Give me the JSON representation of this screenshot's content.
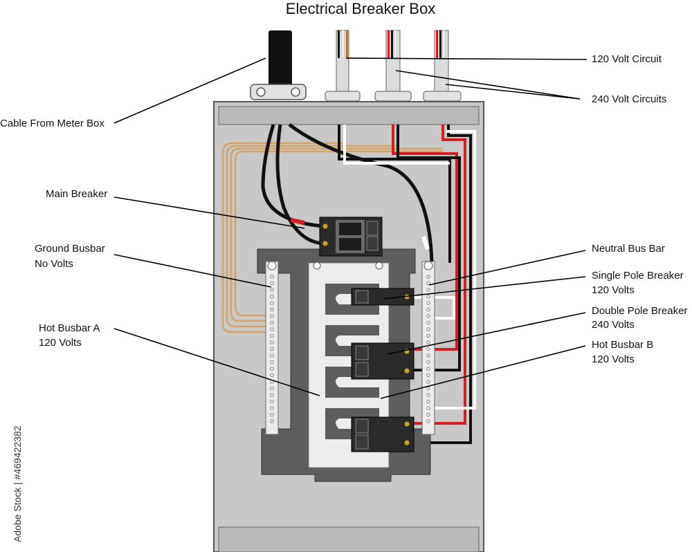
{
  "title": "Electrical Breaker Box",
  "labels": {
    "cable_from_meter": "Cable From Meter Box",
    "main_breaker": "Main Breaker",
    "ground_busbar_1": "Ground Busbar",
    "ground_busbar_2": "No Volts",
    "hot_busbar_a_1": "Hot Busbar A",
    "hot_busbar_a_2": "120 Volts",
    "circuit_120": "120 Volt Circuit",
    "circuits_240": "240 Volt Circuits",
    "neutral_bus_bar": "Neutral Bus Bar",
    "single_pole_1": "Single Pole Breaker",
    "single_pole_2": "120 Volts",
    "double_pole_1": "Double Pole Breaker",
    "double_pole_2": "240 Volts",
    "hot_busbar_b_1": "Hot Busbar B",
    "hot_busbar_b_2": "120 Volts"
  },
  "stock_id": "Adobe Stock | #469422382",
  "colors": {
    "panel_fill": "#c8c8c8",
    "inner_fill": "#b9b9b9",
    "dark_insulator": "#5d5d5d",
    "busbar": "#ececec",
    "breaker": "#2a2a2a",
    "wire_black": "#111111",
    "wire_red": "#d21f26",
    "wire_white": "#f4f4f4",
    "wire_copper": "#d2a468",
    "screw_brass": "#c9a227"
  }
}
